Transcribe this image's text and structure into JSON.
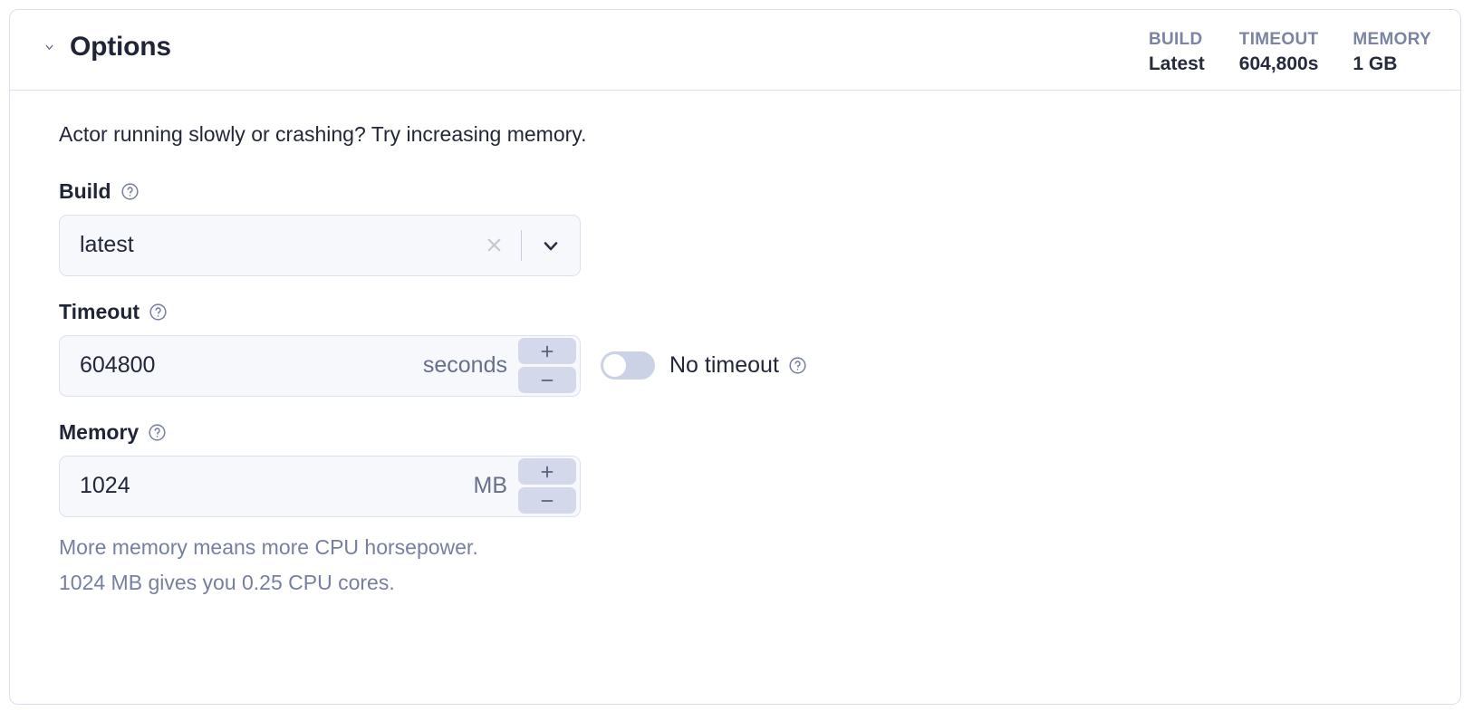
{
  "panel": {
    "title": "Options",
    "collapse_icon": "chevron-down-icon",
    "stats": [
      {
        "label": "BUILD",
        "value": "Latest"
      },
      {
        "label": "TIMEOUT",
        "value": "604,800s"
      },
      {
        "label": "MEMORY",
        "value": "1 GB"
      }
    ]
  },
  "body": {
    "intro": "Actor running slowly or crashing? Try increasing memory.",
    "build": {
      "label": "Build",
      "help_icon": "help-circle-icon",
      "value": "latest",
      "clear_icon": "close-icon",
      "dropdown_icon": "chevron-down-icon"
    },
    "timeout": {
      "label": "Timeout",
      "help_icon": "help-circle-icon",
      "value": "604800",
      "unit": "seconds",
      "increment_icon": "plus-icon",
      "decrement_icon": "minus-icon",
      "no_timeout_label": "No timeout",
      "no_timeout_help_icon": "help-circle-icon",
      "no_timeout_enabled": false
    },
    "memory": {
      "label": "Memory",
      "help_icon": "help-circle-icon",
      "value": "1024",
      "unit": "MB",
      "increment_icon": "plus-icon",
      "decrement_icon": "minus-icon",
      "helper_line_1": "More memory means more CPU horsepower.",
      "helper_line_2": "1024 MB gives you 0.25 CPU cores."
    }
  },
  "colors": {
    "card_border": "#dadef0",
    "input_bg": "#f7f8fb",
    "input_border": "#dde0ef",
    "stepper_bg": "#d3d8ea",
    "toggle_track": "#ccd2e6",
    "muted_text": "#767fa0",
    "stat_label": "#7b84a3",
    "text": "#22273a"
  }
}
